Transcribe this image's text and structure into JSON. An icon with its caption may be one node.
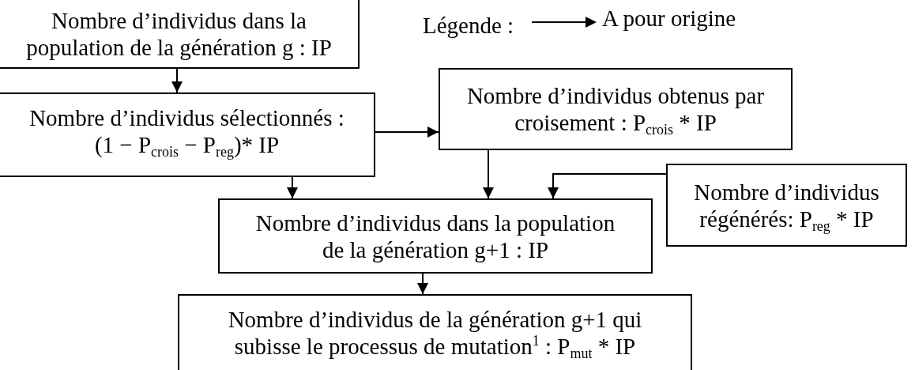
{
  "diagram": {
    "nodes": [
      {
        "text": [
          "Nombre d’individus dans la population de la génération g : IP"
        ]
      },
      {
        "text": [
          "Nombre d’individus sélectionnés : (1 − P$_{crois}$ − P$_{reg}$)* IP"
        ]
      },
      {
        "text": [
          "Nombre d’individus obtenus par croisement : P$_{crois}$ * IP"
        ]
      },
      {
        "text": [
          "Nombre d’individus régénérés: P$_{reg}$ * IP"
        ]
      },
      {
        "text": [
          "Nombre d’individus dans la population de la génération g+1 : IP"
        ]
      },
      {
        "text": [
          "Nombre d’individus de la génération g+1 qui subisse le processus de mutation$^{1}$ : P$_{mut}$ * IP"
        ]
      }
    ],
    "edges": [
      {
        "from": 0,
        "to": 1,
        "arrow": "to"
      },
      {
        "from": 1,
        "to": 2,
        "arrow": "to"
      },
      {
        "from": 1,
        "to": 4,
        "arrow": "to"
      },
      {
        "from": 2,
        "to": 4,
        "arrow": "to"
      },
      {
        "from": 3,
        "to": 4,
        "arrow": "to"
      },
      {
        "from": 4,
        "to": 5,
        "arrow": "to"
      }
    ],
    "labels": [
      "Légende :"
    ],
    "legend": [
      {
        "text": "A pour origine"
      }
    ]
  }
}
